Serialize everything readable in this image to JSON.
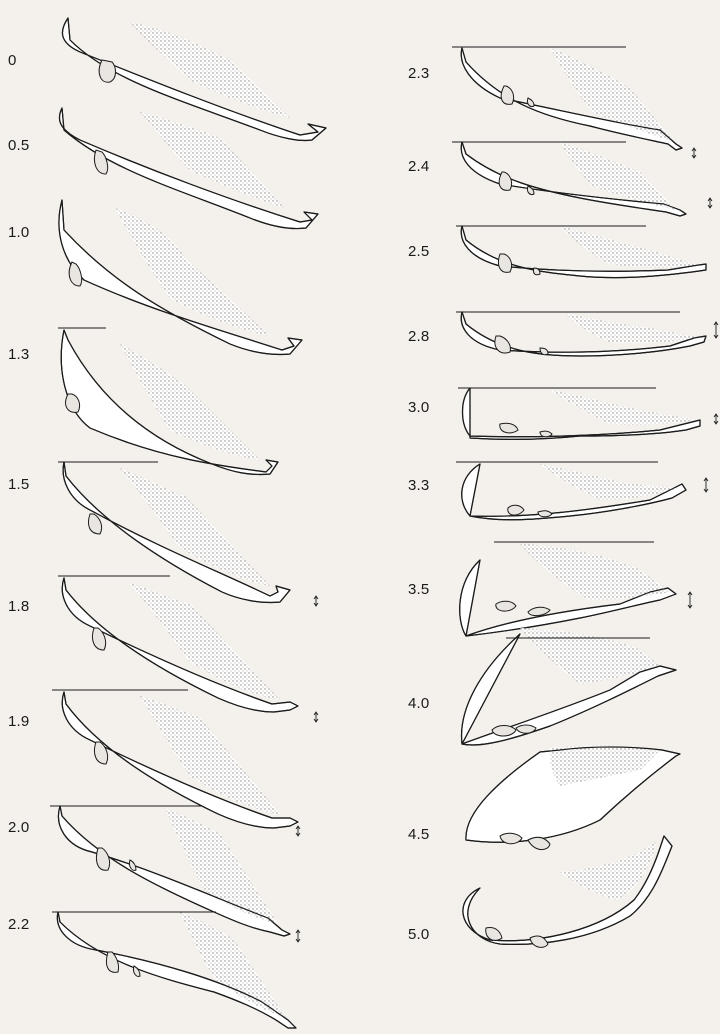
{
  "figure": {
    "left_column_labels": [
      "0",
      "0.5",
      "1.0",
      "1.3",
      "1.5",
      "1.8",
      "1.9",
      "2.0",
      "2.2"
    ],
    "right_column_labels": [
      "2.3",
      "2.4",
      "2.5",
      "2.8",
      "3.0",
      "3.3",
      "3.5",
      "4.0",
      "4.5",
      "5.0"
    ]
  },
  "colors": {
    "background": "#f4f1ec",
    "outline": "#1c1c1c",
    "stipple": "#8a8580"
  }
}
